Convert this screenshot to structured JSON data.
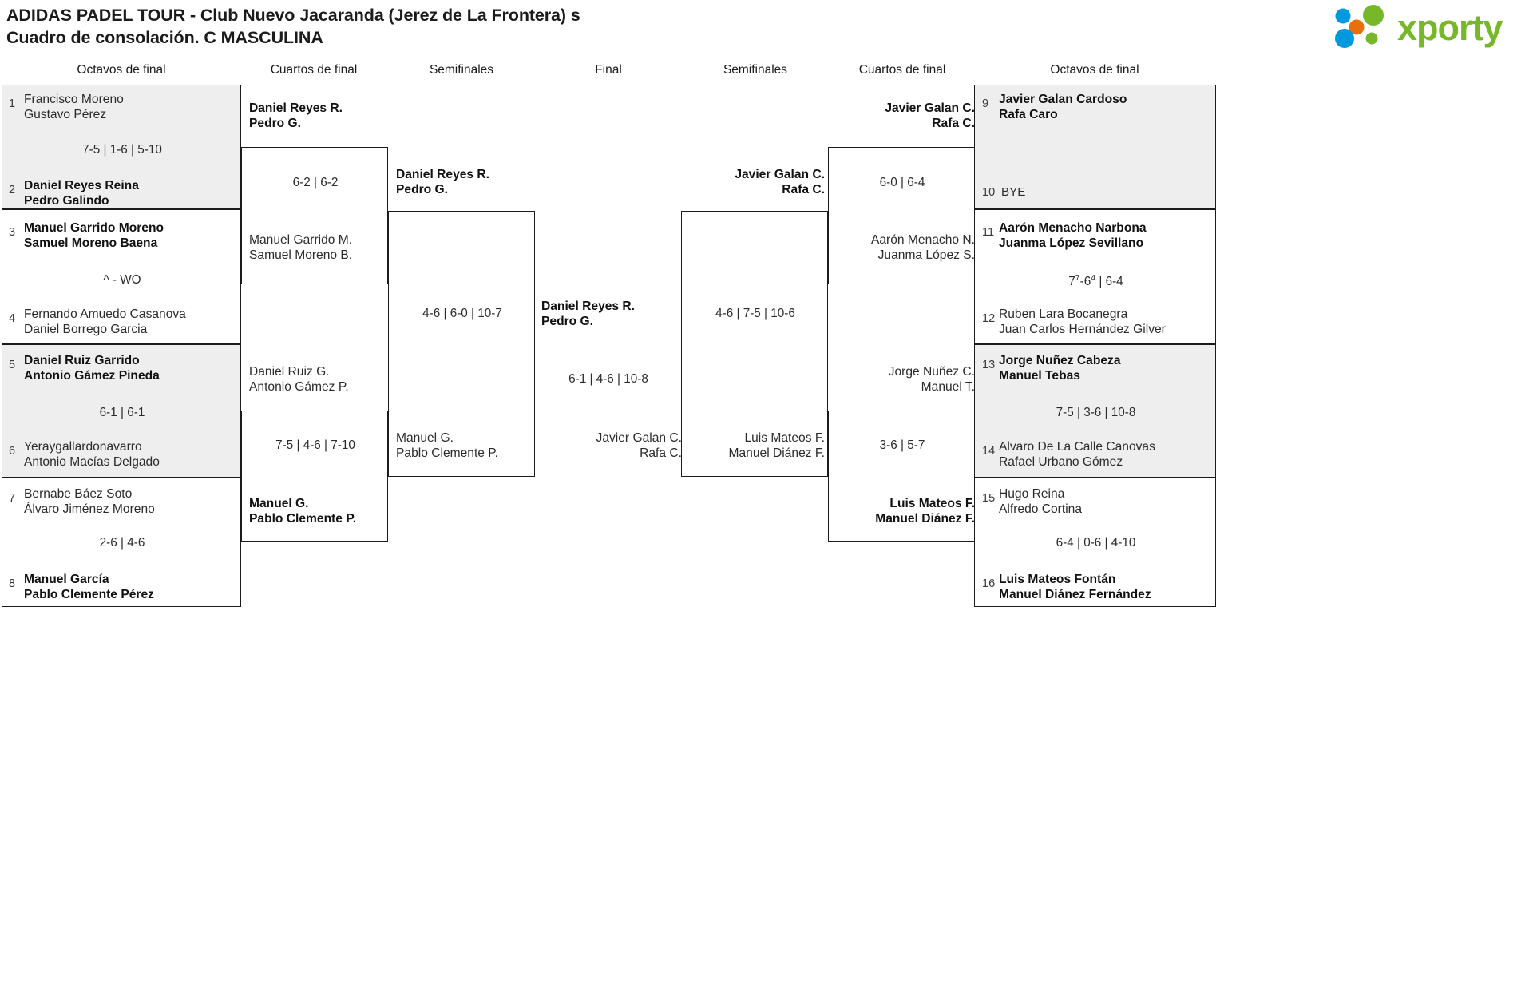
{
  "header": {
    "title_line1": "ADIDAS PADEL TOUR - Club Nuevo Jacaranda (Jerez de La Frontera) s",
    "title_line2": "Cuadro de consolación. C MASCULINA",
    "logo_text": "xporty",
    "logo_colors": {
      "green": "#76b82a",
      "blue": "#0099dd",
      "orange": "#e8700a"
    }
  },
  "round_headers": {
    "left_r16": "Octavos de final",
    "left_qf": "Cuartos de final",
    "left_sf": "Semifinales",
    "final": "Final",
    "right_sf": "Semifinales",
    "right_qf": "Cuartos de final",
    "right_r16": "Octavos de final"
  },
  "left_r16": [
    {
      "seed": "1",
      "p1": "Francisco Moreno",
      "p2": "Gustavo Pérez",
      "winner": false
    },
    {
      "seed": "2",
      "p1": "Daniel Reyes Reina",
      "p2": "Pedro Galindo",
      "winner": true
    },
    {
      "seed": "3",
      "p1": "Manuel Garrido Moreno",
      "p2": "Samuel Moreno Baena",
      "winner": true
    },
    {
      "seed": "4",
      "p1": "Fernando Amuedo Casanova",
      "p2": "Daniel Borrego Garcia",
      "winner": false
    },
    {
      "seed": "5",
      "p1": "Daniel Ruiz Garrido",
      "p2": "Antonio Gámez Pineda",
      "winner": true
    },
    {
      "seed": "6",
      "p1": "Yeraygallardonavarro",
      "p2": "Antonio Macías Delgado",
      "winner": false
    },
    {
      "seed": "7",
      "p1": "Bernabe Báez Soto",
      "p2": "Álvaro Jiménez Moreno",
      "winner": false
    },
    {
      "seed": "8",
      "p1": "Manuel García",
      "p2": "Pablo Clemente Pérez",
      "winner": true
    }
  ],
  "left_r16_scores": [
    "7-5 | 1-6 | 5-10",
    "^ - WO",
    "6-1 | 6-1",
    "2-6 | 4-6"
  ],
  "left_qf": [
    {
      "p1": "Daniel Reyes R.",
      "p2": "Pedro G.",
      "winner": true
    },
    {
      "p1": "Manuel Garrido M.",
      "p2": "Samuel Moreno B.",
      "winner": false
    },
    {
      "p1": "Daniel Ruiz G.",
      "p2": "Antonio Gámez P.",
      "winner": false
    },
    {
      "p1": "Manuel G.",
      "p2": "Pablo Clemente P.",
      "winner": true
    }
  ],
  "left_qf_scores": [
    "6-2 | 6-2",
    "7-5 | 4-6 | 7-10"
  ],
  "left_sf": [
    {
      "p1": "Daniel Reyes R.",
      "p2": "Pedro G.",
      "winner": true
    },
    {
      "p1": "Manuel G.",
      "p2": "Pablo Clemente P.",
      "winner": false
    }
  ],
  "left_sf_score": "4-6 | 6-0 | 10-7",
  "final": {
    "top": {
      "p1": "Daniel Reyes R.",
      "p2": "Pedro G.",
      "winner": true
    },
    "bottom": {
      "p1": "Javier Galan C.",
      "p2": "Rafa C.",
      "winner": false
    },
    "score": "6-1 | 4-6 | 10-8"
  },
  "right_sf": [
    {
      "p1": "Javier Galan C.",
      "p2": "Rafa C.",
      "winner": true
    },
    {
      "p1": "Luis Mateos F.",
      "p2": "Manuel Diánez F.",
      "winner": false
    }
  ],
  "right_sf_score": "4-6 | 7-5 | 10-6",
  "right_qf": [
    {
      "p1": "Javier Galan C.",
      "p2": "Rafa C.",
      "winner": true
    },
    {
      "p1": "Aarón Menacho N.",
      "p2": "Juanma López S.",
      "winner": false
    },
    {
      "p1": "Jorge Nuñez C.",
      "p2": "Manuel T.",
      "winner": false
    },
    {
      "p1": "Luis Mateos F.",
      "p2": "Manuel Diánez F.",
      "winner": true
    }
  ],
  "right_qf_scores": [
    "6-0 | 6-4",
    "3-6 | 5-7"
  ],
  "right_r16": [
    {
      "seed": "9",
      "p1": "Javier Galan Cardoso",
      "p2": "Rafa Caro",
      "winner": true,
      "bye": false
    },
    {
      "seed": "10",
      "p1": "BYE",
      "p2": "",
      "winner": false,
      "bye": true
    },
    {
      "seed": "11",
      "p1": "Aarón Menacho Narbona",
      "p2": "Juanma López Sevillano",
      "winner": true,
      "bye": false
    },
    {
      "seed": "12",
      "p1": "Ruben Lara Bocanegra",
      "p2": "Juan Carlos Hernández Gilver",
      "winner": false,
      "bye": false
    },
    {
      "seed": "13",
      "p1": "Jorge Nuñez Cabeza",
      "p2": "Manuel Tebas",
      "winner": true,
      "bye": false
    },
    {
      "seed": "14",
      "p1": "Alvaro De La Calle Canovas",
      "p2": "Rafael Urbano Gómez",
      "winner": false,
      "bye": false
    },
    {
      "seed": "15",
      "p1": "Hugo Reina",
      "p2": "Alfredo Cortina",
      "winner": false,
      "bye": false
    },
    {
      "seed": "16",
      "p1": "Luis Mateos Fontán",
      "p2": "Manuel Diánez Fernández",
      "winner": true,
      "bye": false
    }
  ],
  "right_r16_scores": [
    {
      "plain": "",
      "tiebreak": false
    },
    {
      "plain": "7-6 | 6-4",
      "tiebreak": true,
      "s1": "7",
      "sup1": "7",
      "s2": "6",
      "sup2": "4",
      "rest": " | 6-4"
    },
    {
      "plain": "7-5 | 3-6 | 10-8",
      "tiebreak": false
    },
    {
      "plain": "6-4 | 0-6 | 4-10",
      "tiebreak": false
    }
  ]
}
